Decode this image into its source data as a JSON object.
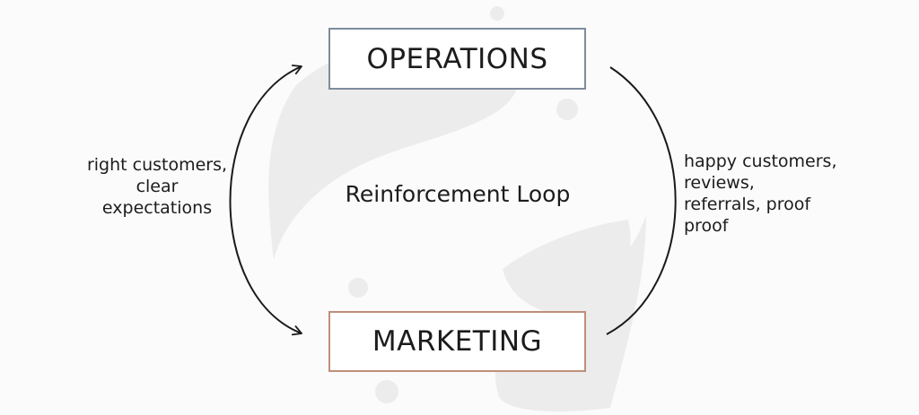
{
  "diagram": {
    "top_node": "OPERATIONS",
    "bottom_node": "MARKETING",
    "center_label": "Reinforcement Loop",
    "left_label_lines": [
      "right customers,",
      "clear",
      "expectations"
    ],
    "right_label_lines": [
      "happy customers,",
      "reviews,",
      "referrals, proof",
      "proof"
    ]
  },
  "colors": {
    "operations_border": "#7e8c9c",
    "marketing_border": "#bf8f7b",
    "background_blob": "#ececec",
    "arrow": "#1a1a1a"
  }
}
